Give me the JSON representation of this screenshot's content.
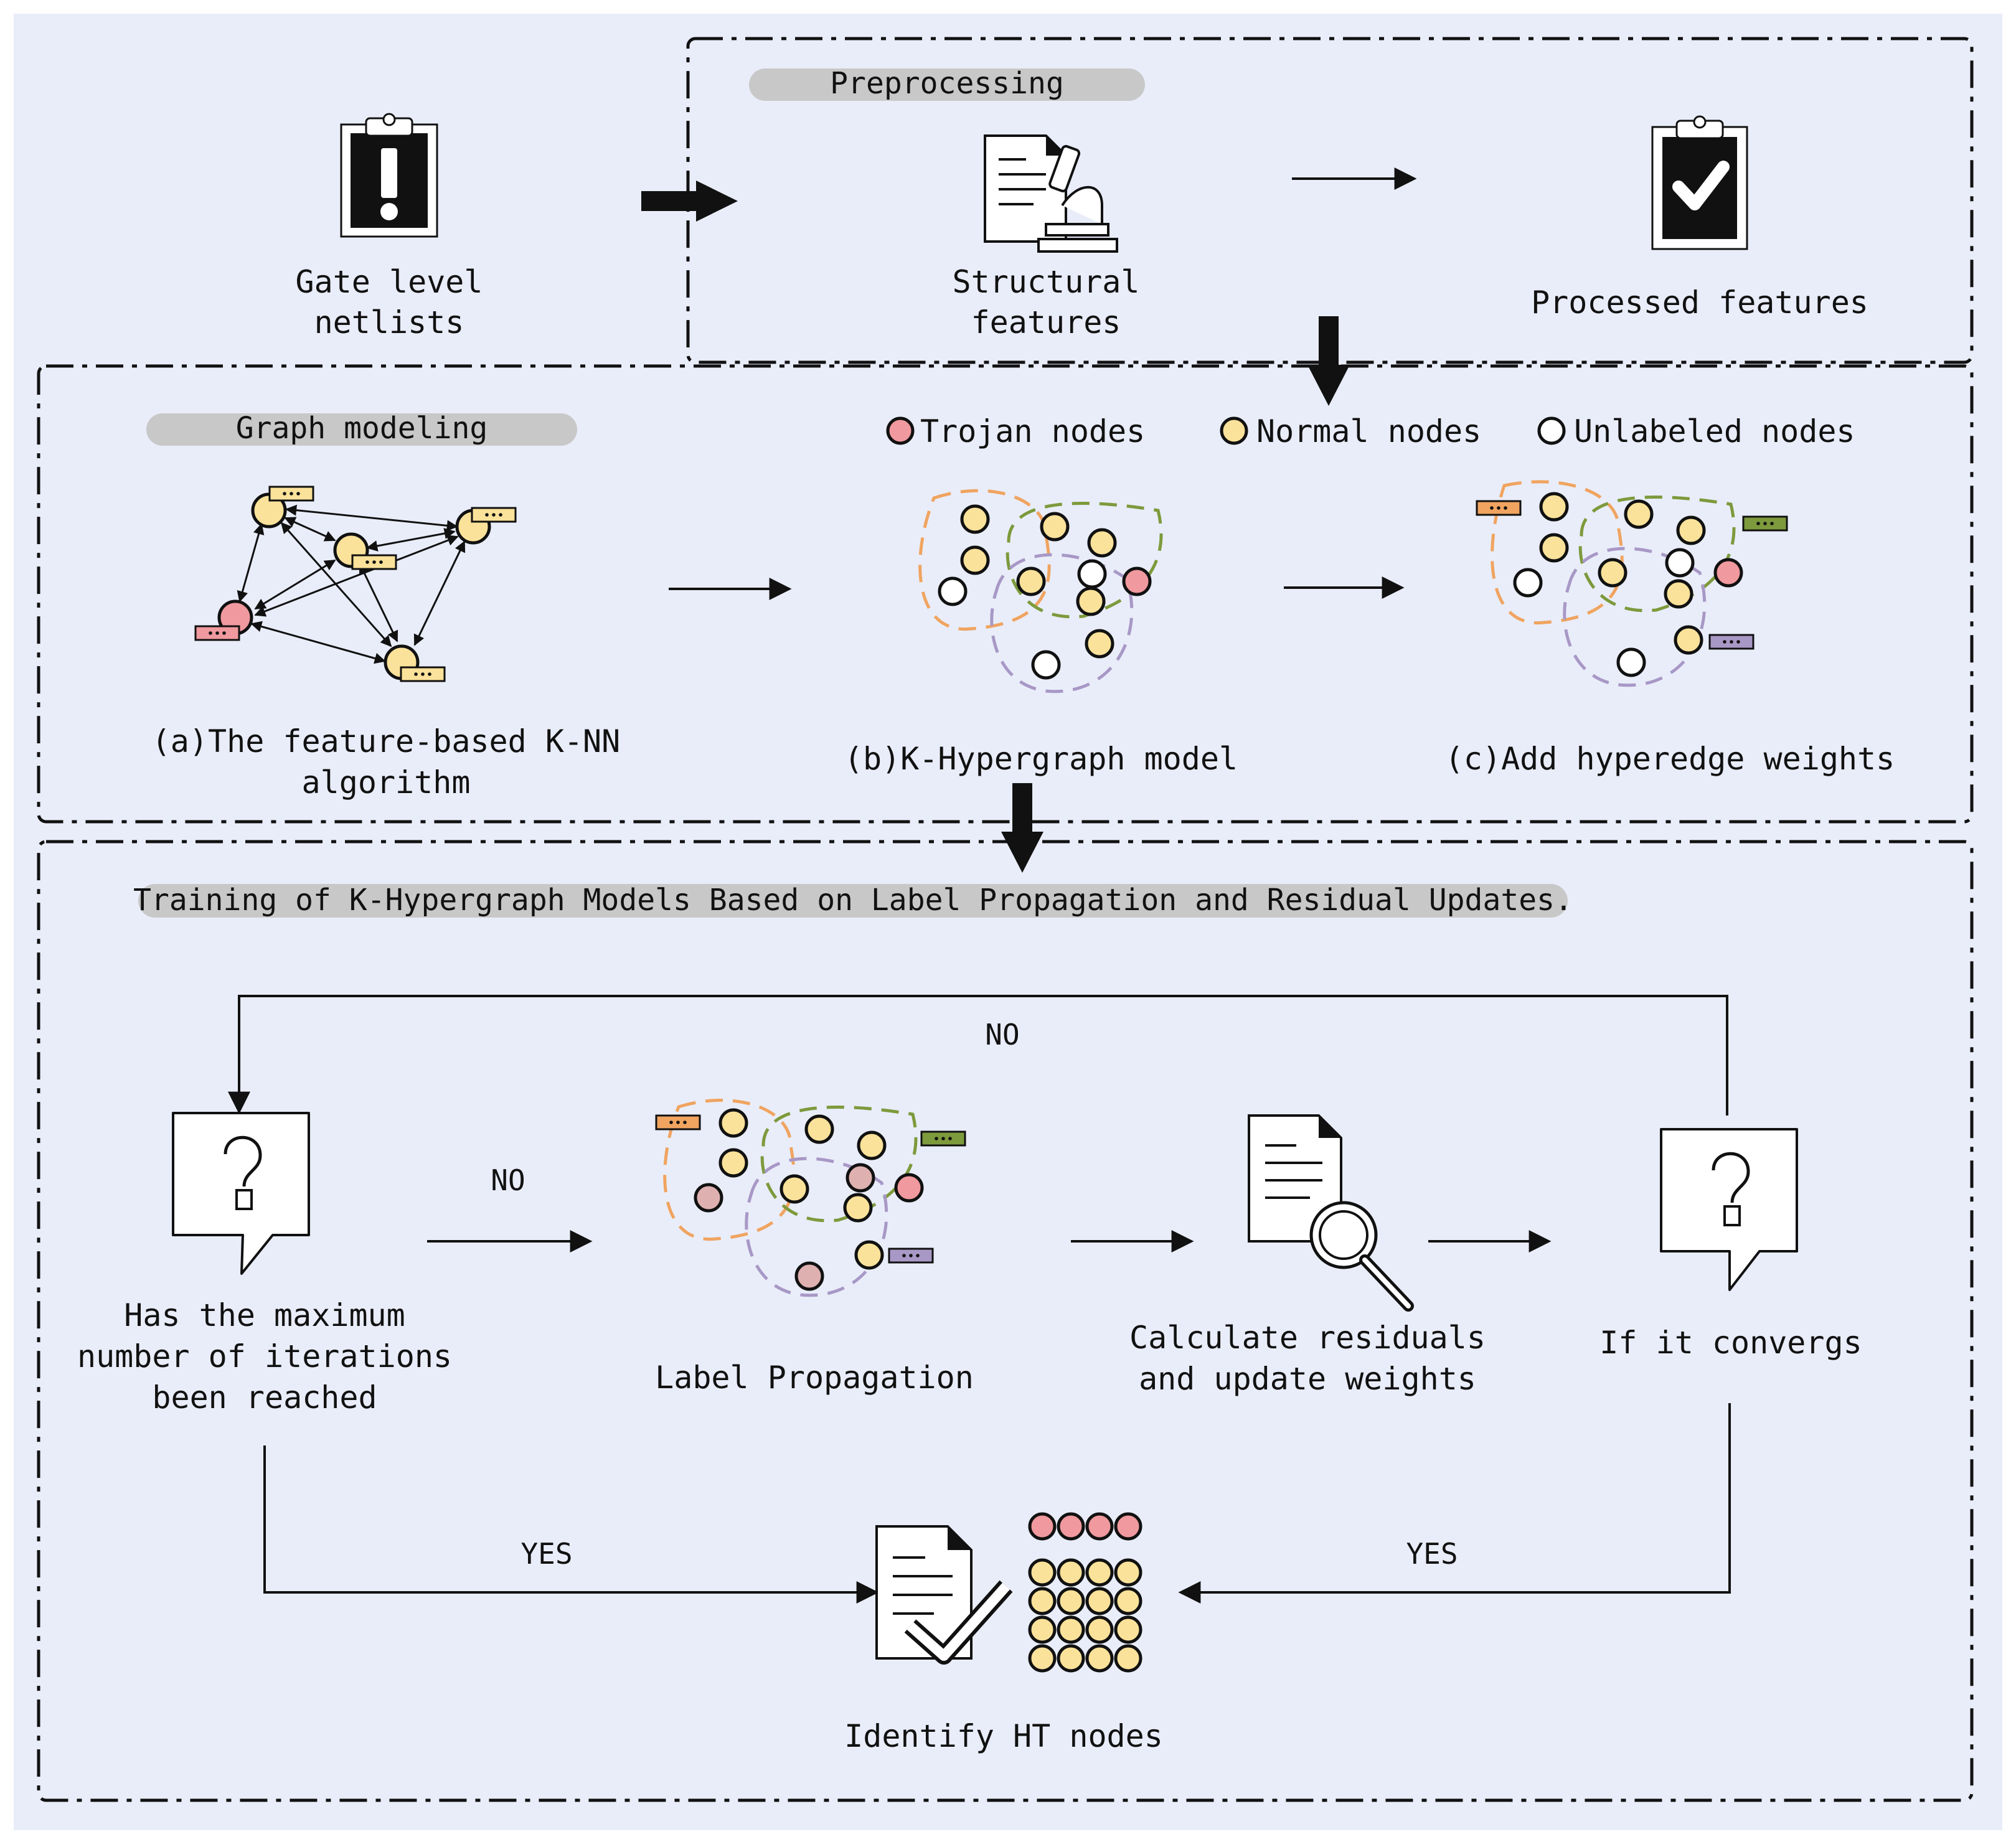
{
  "preprocessing": {
    "title": "Preprocessing",
    "gate_level_netlists": [
      "Gate level",
      "netlists"
    ],
    "structural_features": [
      "Structural",
      "features"
    ],
    "processed_features": "Processed features"
  },
  "graph_modeling": {
    "title": "Graph modeling",
    "legend": {
      "trojan": "Trojan nodes",
      "normal": "Normal nodes",
      "unlabeled": "Unlabeled nodes"
    },
    "caption_a": [
      "(a)The feature-based K-NN",
      "algorithm"
    ],
    "caption_b": "(b)K-Hypergraph model",
    "caption_c": "(c)Add hyperedge weights"
  },
  "training": {
    "title": "Training of K-Hypergraph Models Based on Label Propagation and Residual Updates.",
    "max_iter_question": [
      "Has the maximum",
      "number of iterations",
      "been reached"
    ],
    "label_propagation": "Label Propagation",
    "residuals": [
      "Calculate residuals",
      "and update weights"
    ],
    "converge_question": "If it convergs",
    "identify": "Identify HT nodes",
    "no_top": "NO",
    "no_left": "NO",
    "yes_left": "YES",
    "yes_right": "YES"
  },
  "colors": {
    "background": "#e9edf9",
    "trojan": "#f0999e",
    "normal": "#fbe29a",
    "unlabeled": "#ffffff",
    "propagated": "#deb1b0",
    "hyperedge_orange": "#f0a460",
    "hyperedge_green": "#7d9a3c",
    "hyperedge_purple": "#a898c6",
    "pill": "#c8c8c8"
  },
  "icons": [
    "clipboard-exclamation-icon",
    "document-microscope-icon",
    "clipboard-check-icon",
    "question-bubble-icon",
    "document-magnifier-icon",
    "document-check-icon"
  ]
}
